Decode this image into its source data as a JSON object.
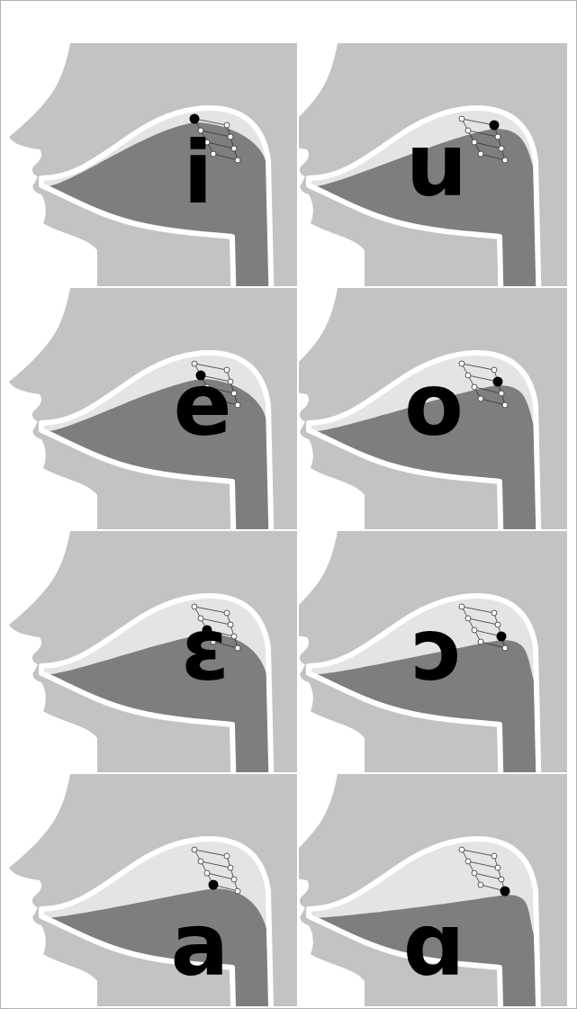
{
  "diagram": {
    "labels": [
      "i",
      "u",
      "e",
      "o",
      "ɛ",
      "ɔ",
      "a",
      "ɑ"
    ]
  }
}
